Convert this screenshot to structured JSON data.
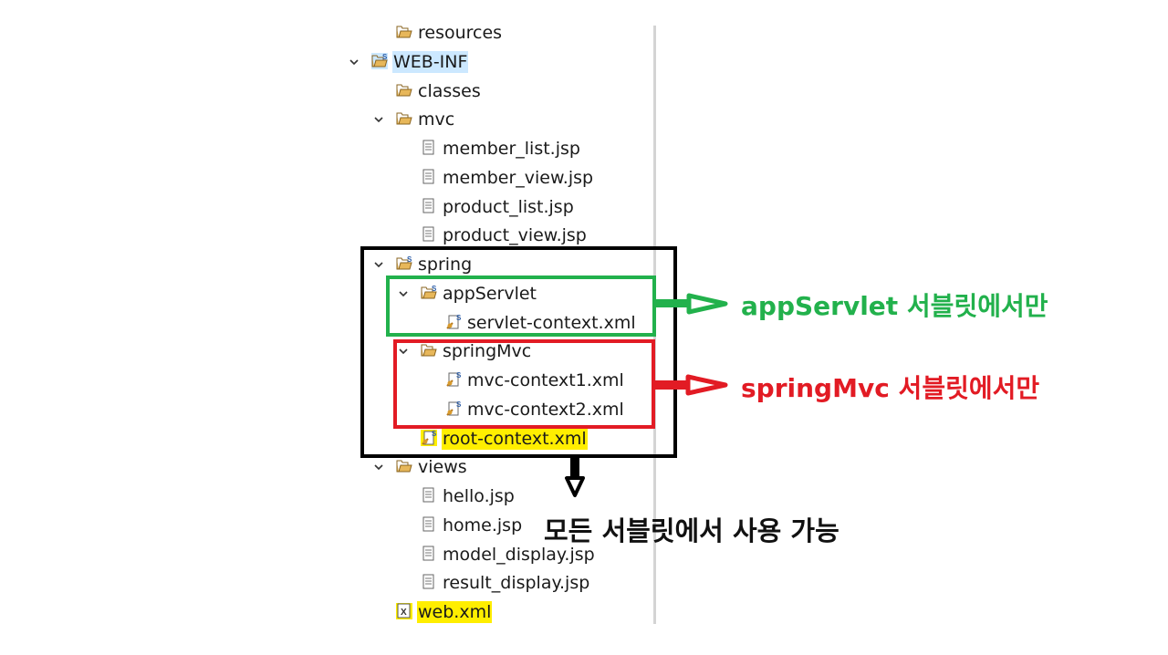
{
  "tree": [
    {
      "label": "resources",
      "icon": "folder-icon",
      "depth": 1,
      "expanded": null,
      "style": ""
    },
    {
      "label": "WEB-INF",
      "icon": "spring-folder-icon",
      "depth": 0,
      "expanded": true,
      "style": "selected"
    },
    {
      "label": "classes",
      "icon": "folder-icon",
      "depth": 1,
      "expanded": null,
      "style": ""
    },
    {
      "label": "mvc",
      "icon": "folder-icon",
      "depth": 1,
      "expanded": true,
      "style": ""
    },
    {
      "label": "member_list.jsp",
      "icon": "jsp-file-icon",
      "depth": 2,
      "expanded": null,
      "style": ""
    },
    {
      "label": "member_view.jsp",
      "icon": "jsp-file-icon",
      "depth": 2,
      "expanded": null,
      "style": ""
    },
    {
      "label": "product_list.jsp",
      "icon": "jsp-file-icon",
      "depth": 2,
      "expanded": null,
      "style": ""
    },
    {
      "label": "product_view.jsp",
      "icon": "jsp-file-icon",
      "depth": 2,
      "expanded": null,
      "style": ""
    },
    {
      "label": "spring",
      "icon": "spring-folder-icon",
      "depth": 1,
      "expanded": true,
      "style": ""
    },
    {
      "label": "appServlet",
      "icon": "spring-folder-icon",
      "depth": 2,
      "expanded": true,
      "style": ""
    },
    {
      "label": "servlet-context.xml",
      "icon": "spring-bean-file-icon",
      "depth": 3,
      "expanded": null,
      "style": ""
    },
    {
      "label": "springMvc",
      "icon": "folder-icon",
      "depth": 2,
      "expanded": true,
      "style": ""
    },
    {
      "label": "mvc-context1.xml",
      "icon": "spring-bean-file-icon",
      "depth": 3,
      "expanded": null,
      "style": ""
    },
    {
      "label": "mvc-context2.xml",
      "icon": "spring-bean-file-icon",
      "depth": 3,
      "expanded": null,
      "style": ""
    },
    {
      "label": "root-context.xml",
      "icon": "spring-bean-file-icon",
      "depth": 2,
      "expanded": null,
      "style": "highlight"
    },
    {
      "label": "views",
      "icon": "folder-icon",
      "depth": 1,
      "expanded": true,
      "style": ""
    },
    {
      "label": "hello.jsp",
      "icon": "jsp-file-icon",
      "depth": 2,
      "expanded": null,
      "style": ""
    },
    {
      "label": "home.jsp",
      "icon": "jsp-file-icon",
      "depth": 2,
      "expanded": null,
      "style": ""
    },
    {
      "label": "model_display.jsp",
      "icon": "jsp-file-icon",
      "depth": 2,
      "expanded": null,
      "style": ""
    },
    {
      "label": "result_display.jsp",
      "icon": "jsp-file-icon",
      "depth": 2,
      "expanded": null,
      "style": ""
    },
    {
      "label": "web.xml",
      "icon": "xml-file-icon",
      "depth": 1,
      "expanded": null,
      "style": "highlight"
    }
  ],
  "annotations": {
    "app_servlet": {
      "text": "appServlet 서블릿에서만",
      "color": "#22b14c"
    },
    "spring_mvc": {
      "text": "springMvc 서블릿에서만",
      "color": "#e21b24"
    },
    "all_servlets": {
      "text": "모든 서블릿에서 사용 가능",
      "color": "#111111"
    }
  },
  "colors": {
    "selection": "#cce8ff",
    "highlight": "#ffee00",
    "folder": "#e7b75a",
    "spring_badge": "#2d5ea8"
  }
}
